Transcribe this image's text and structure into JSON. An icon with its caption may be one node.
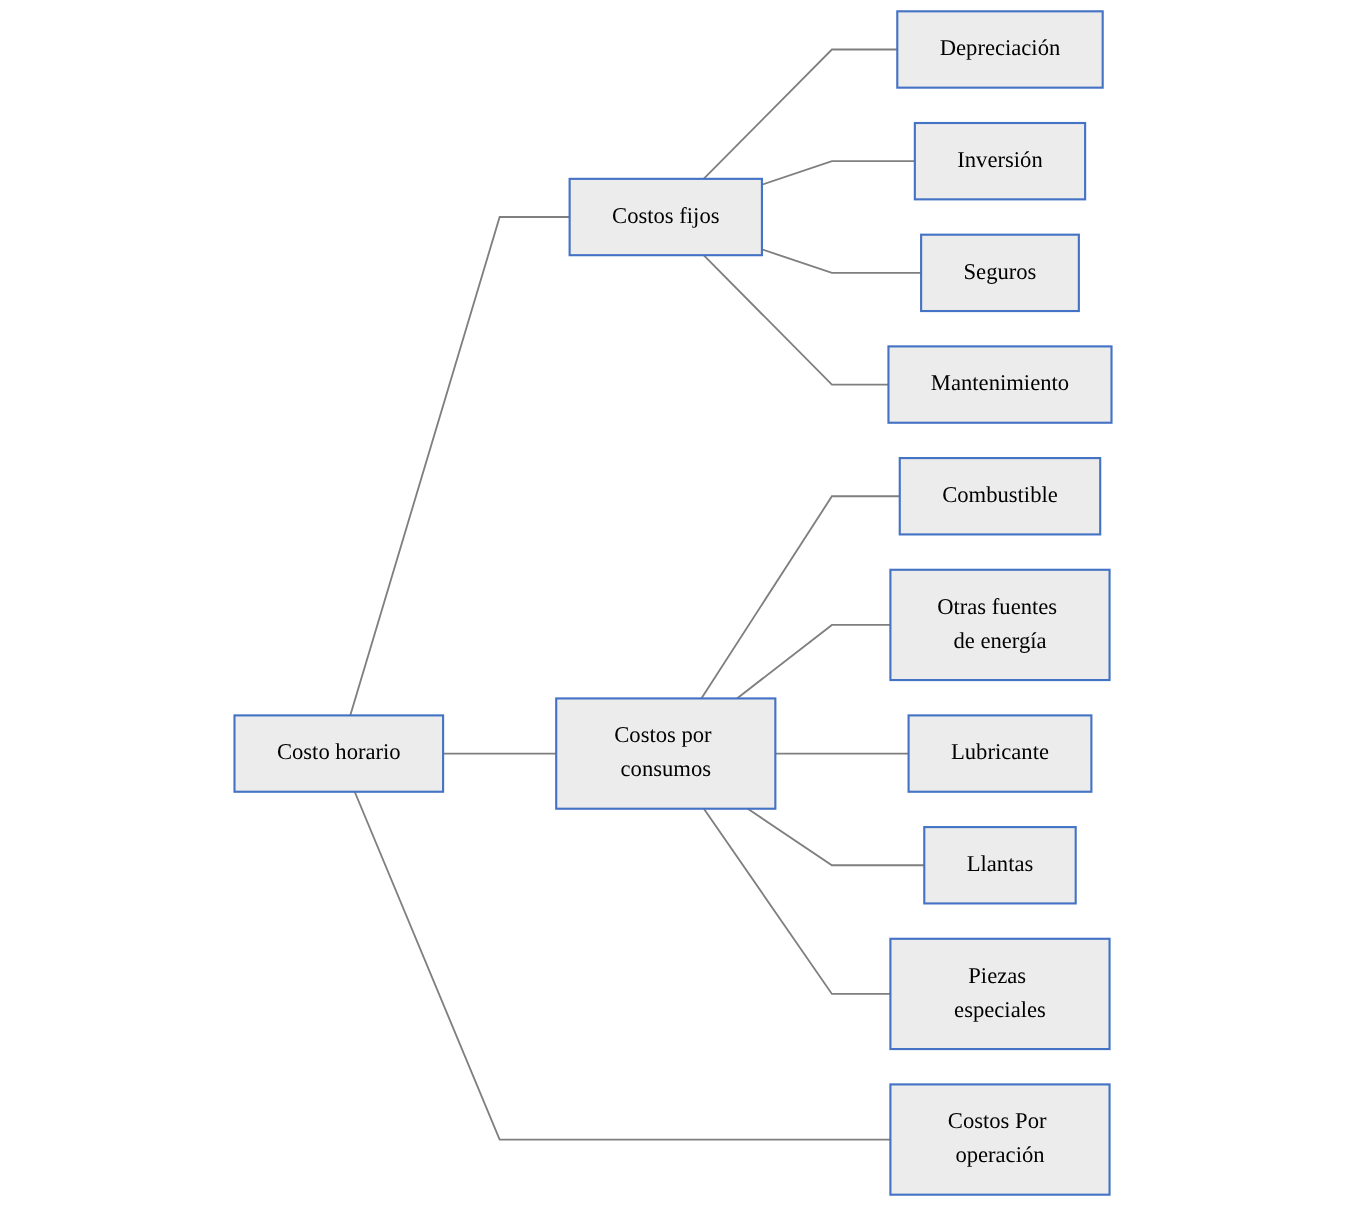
{
  "diagram": {
    "nodes": [
      {
        "text": [
          "Costo horario"
        ]
      },
      {
        "text": [
          "Costos fijos"
        ]
      },
      {
        "text": [
          "Costos por consumos"
        ]
      },
      {
        "text": [
          "Costos Por operación"
        ]
      },
      {
        "text": [
          "Depreciación"
        ]
      },
      {
        "text": [
          "Inversión"
        ]
      },
      {
        "text": [
          "Seguros"
        ]
      },
      {
        "text": [
          "Mantenimiento"
        ]
      },
      {
        "text": [
          "Combustible"
        ]
      },
      {
        "text": [
          "Otras fuentes de energía"
        ]
      },
      {
        "text": [
          "Lubricante"
        ]
      },
      {
        "text": [
          "Llantas"
        ]
      },
      {
        "text": [
          "Piezas especiales"
        ]
      }
    ],
    "edges": [
      {
        "from": 0,
        "to": 1,
        "arrow": "none"
      },
      {
        "from": 0,
        "to": 2,
        "arrow": "none"
      },
      {
        "from": 0,
        "to": 3,
        "arrow": "none"
      },
      {
        "from": 1,
        "to": 4,
        "arrow": "none"
      },
      {
        "from": 1,
        "to": 5,
        "arrow": "none"
      },
      {
        "from": 1,
        "to": 6,
        "arrow": "none"
      },
      {
        "from": 1,
        "to": 7,
        "arrow": "none"
      },
      {
        "from": 2,
        "to": 8,
        "arrow": "none"
      },
      {
        "from": 2,
        "to": 9,
        "arrow": "none"
      },
      {
        "from": 2,
        "to": 10,
        "arrow": "none"
      },
      {
        "from": 2,
        "to": 11,
        "arrow": "none"
      },
      {
        "from": 2,
        "to": 12,
        "arrow": "none"
      }
    ]
  }
}
